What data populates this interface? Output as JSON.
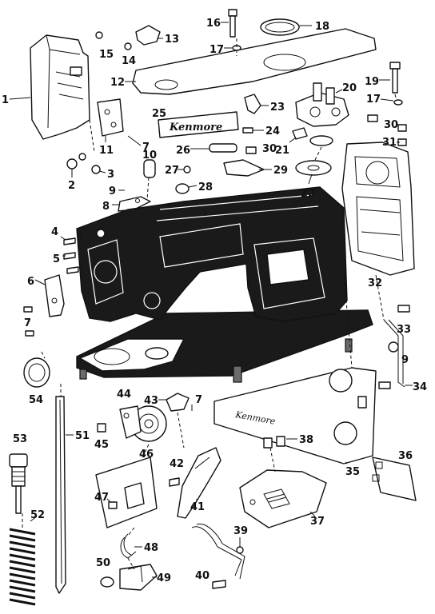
{
  "parts": [
    {
      "number": "1"
    },
    {
      "number": "2"
    },
    {
      "number": "3"
    },
    {
      "number": "4"
    },
    {
      "number": "5"
    },
    {
      "number": "6"
    },
    {
      "number": "7"
    },
    {
      "number": "8"
    },
    {
      "number": "9"
    },
    {
      "number": "10"
    },
    {
      "number": "11"
    },
    {
      "number": "12"
    },
    {
      "number": "13"
    },
    {
      "number": "14"
    },
    {
      "number": "15"
    },
    {
      "number": "16"
    },
    {
      "number": "17"
    },
    {
      "number": "18"
    },
    {
      "number": "19"
    },
    {
      "number": "20"
    },
    {
      "number": "21"
    },
    {
      "number": "22"
    },
    {
      "number": "23"
    },
    {
      "number": "24"
    },
    {
      "number": "25"
    },
    {
      "number": "26"
    },
    {
      "number": "27"
    },
    {
      "number": "28"
    },
    {
      "number": "29"
    },
    {
      "number": "30"
    },
    {
      "number": "31"
    },
    {
      "number": "32"
    },
    {
      "number": "33"
    },
    {
      "number": "34"
    },
    {
      "number": "35"
    },
    {
      "number": "36"
    },
    {
      "number": "37"
    },
    {
      "number": "38"
    },
    {
      "number": "39"
    },
    {
      "number": "40"
    },
    {
      "number": "41"
    },
    {
      "number": "42"
    },
    {
      "number": "43"
    },
    {
      "number": "44"
    },
    {
      "number": "45"
    },
    {
      "number": "46"
    },
    {
      "number": "47"
    },
    {
      "number": "48"
    },
    {
      "number": "49"
    },
    {
      "number": "50"
    },
    {
      "number": "51"
    },
    {
      "number": "52"
    },
    {
      "number": "53"
    },
    {
      "number": "54"
    }
  ],
  "nameplate": {
    "text": "Kenmore"
  },
  "face_plate": {
    "brand": "Kenmore"
  }
}
